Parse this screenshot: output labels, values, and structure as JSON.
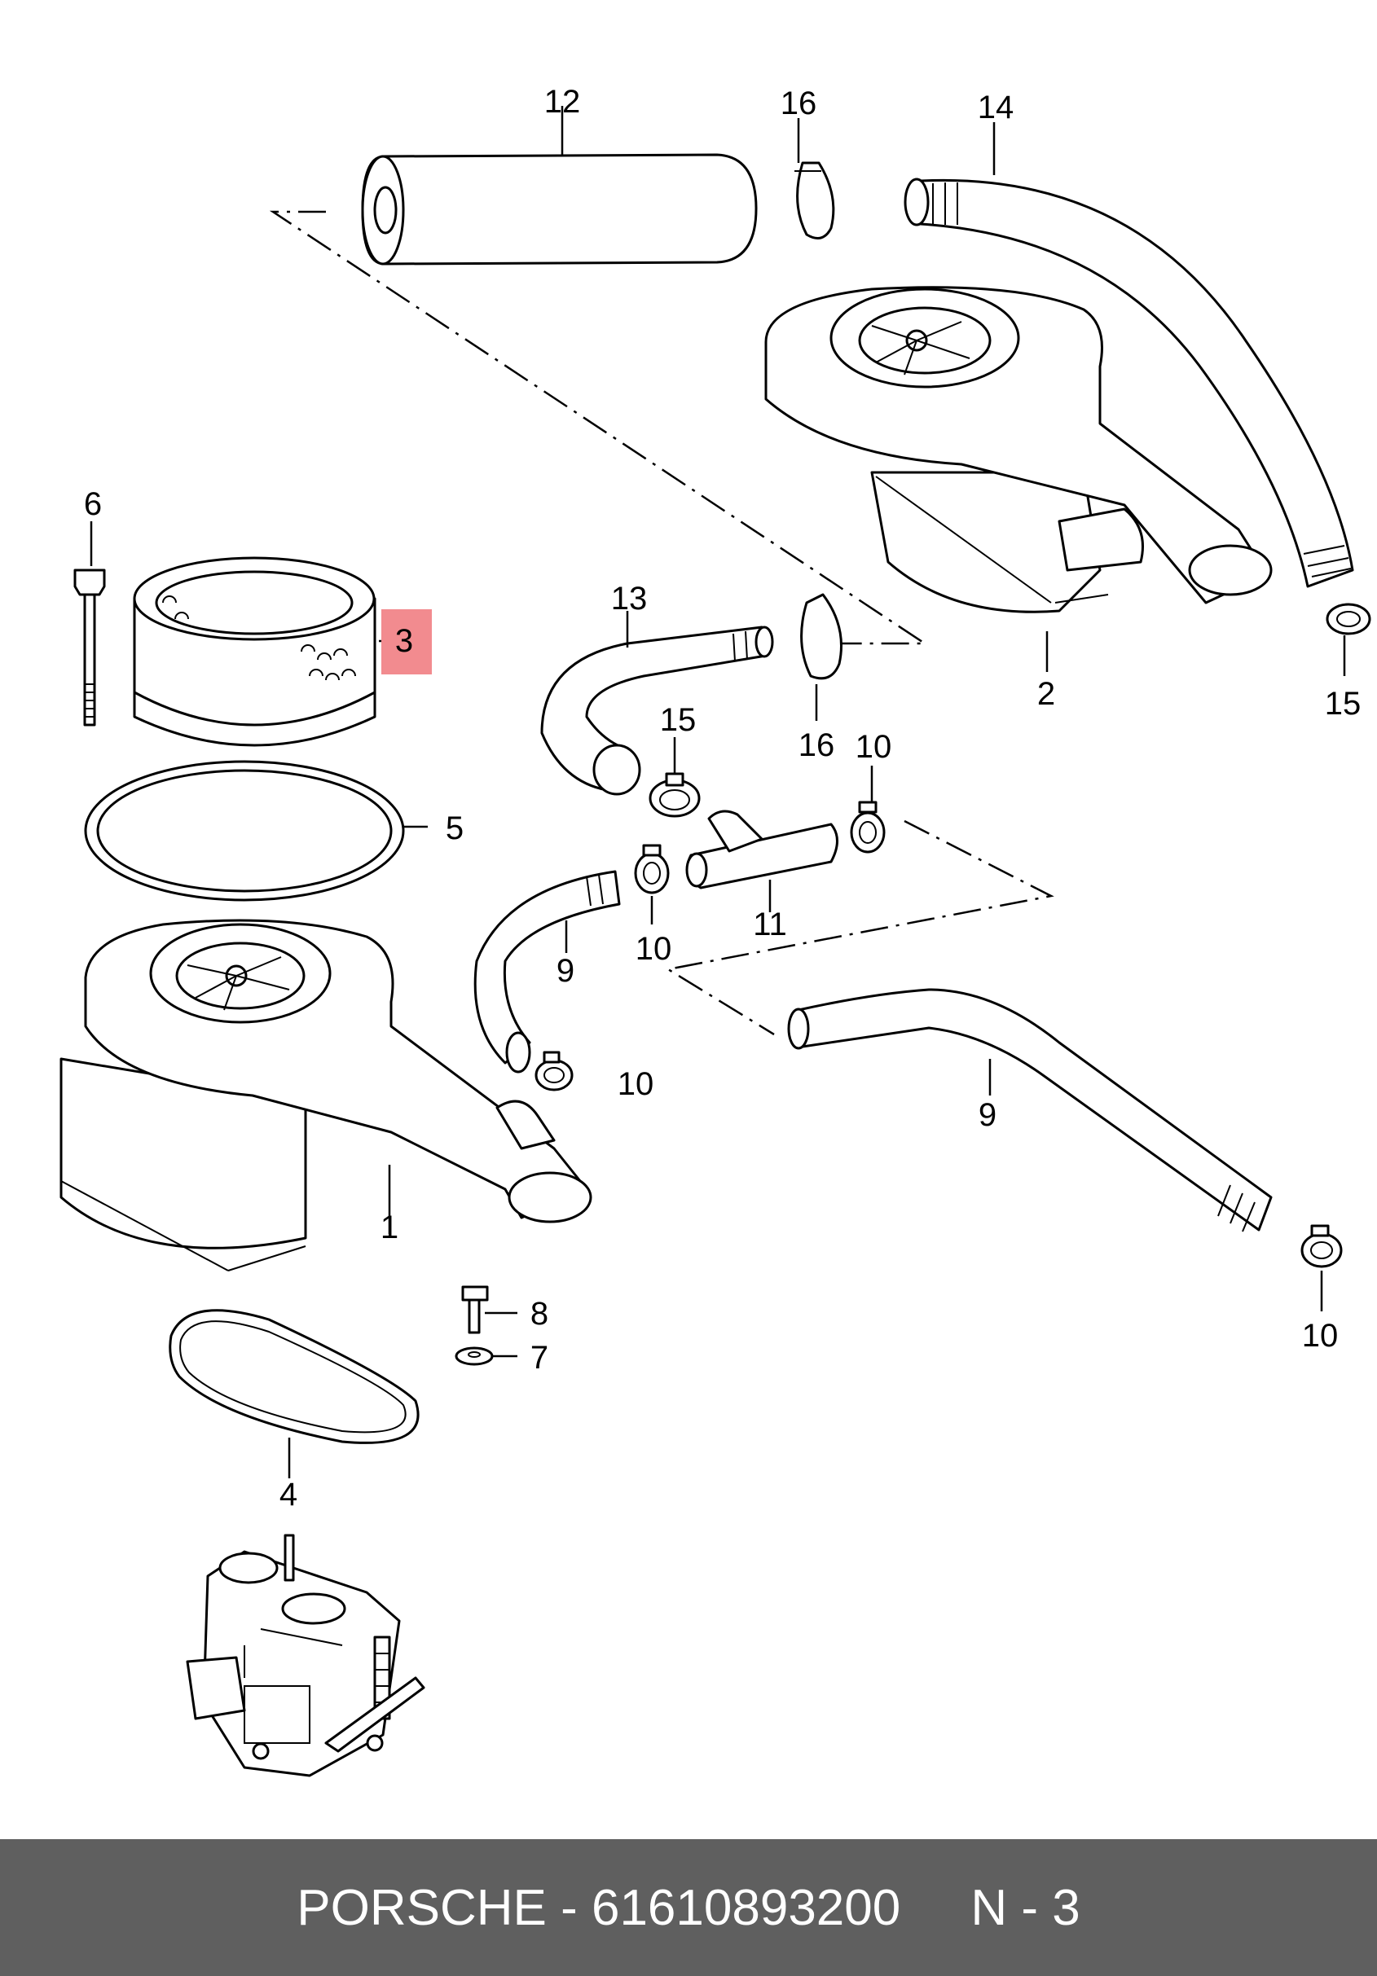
{
  "diagram": {
    "callouts": {
      "c1": "1",
      "c2": "2",
      "c3": "3",
      "c4": "4",
      "c5": "5",
      "c6": "6",
      "c7": "7",
      "c8": "8",
      "c9a": "9",
      "c9b": "9",
      "c10a": "10",
      "c10b": "10",
      "c10c": "10",
      "c10d": "10",
      "c11": "11",
      "c12": "12",
      "c13": "13",
      "c14": "14",
      "c15a": "15",
      "c15b": "15",
      "c16a": "16",
      "c16b": "16"
    },
    "highlighted_part": "3",
    "highlight_color": "#f28b8f"
  },
  "footer": {
    "text": "PORSCHE - 61610893200     N - 3",
    "background": "#5f5f5f"
  }
}
